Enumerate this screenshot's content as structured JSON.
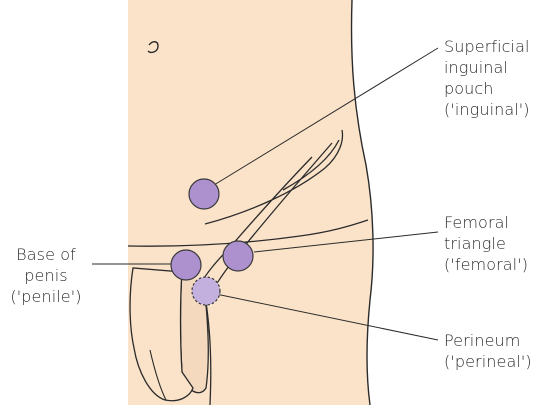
{
  "labels": {
    "inguinal": [
      "Superficial",
      "inguinal",
      "pouch",
      "('inguinal')"
    ],
    "femoral": [
      "Femoral",
      "triangle",
      "('femoral')"
    ],
    "penile": [
      "Base of",
      "penis",
      "('penile')"
    ],
    "perineal": [
      "Perineum",
      "('perineal')"
    ]
  },
  "colors": {
    "skin": "#fbe3c9",
    "outline": "#2b2b2b",
    "marker_fill": "#ad91cf",
    "marker_stroke": "#3a3a3a",
    "leader_line": "#2b2b2b"
  },
  "markers": [
    "inguinal",
    "femoral",
    "penile",
    "perineal"
  ]
}
